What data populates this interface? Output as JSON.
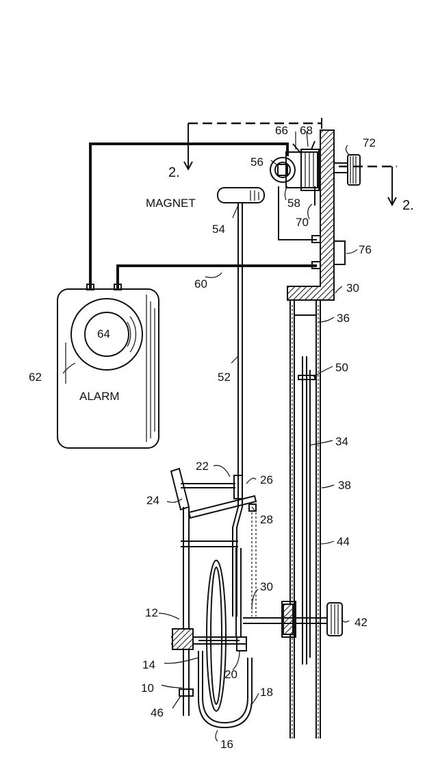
{
  "labels": {
    "magnet": "MAGNET",
    "alarm": "ALARM",
    "section_left": "2.",
    "section_right": "2.",
    "n10": "10",
    "n12": "12",
    "n14": "14",
    "n16": "16",
    "n18": "18",
    "n20": "20",
    "n22": "22",
    "n24": "24",
    "n26": "26",
    "n28": "28",
    "n30a": "30",
    "n30b": "30",
    "n34": "34",
    "n36": "36",
    "n38": "38",
    "n42": "42",
    "n44": "44",
    "n46": "46",
    "n50": "50",
    "n52": "52",
    "n54": "54",
    "n56": "56",
    "n58": "58",
    "n60": "60",
    "n62": "62",
    "n64": "64",
    "n66": "66",
    "n68": "68",
    "n70": "70",
    "n72": "72",
    "n76": "76"
  }
}
